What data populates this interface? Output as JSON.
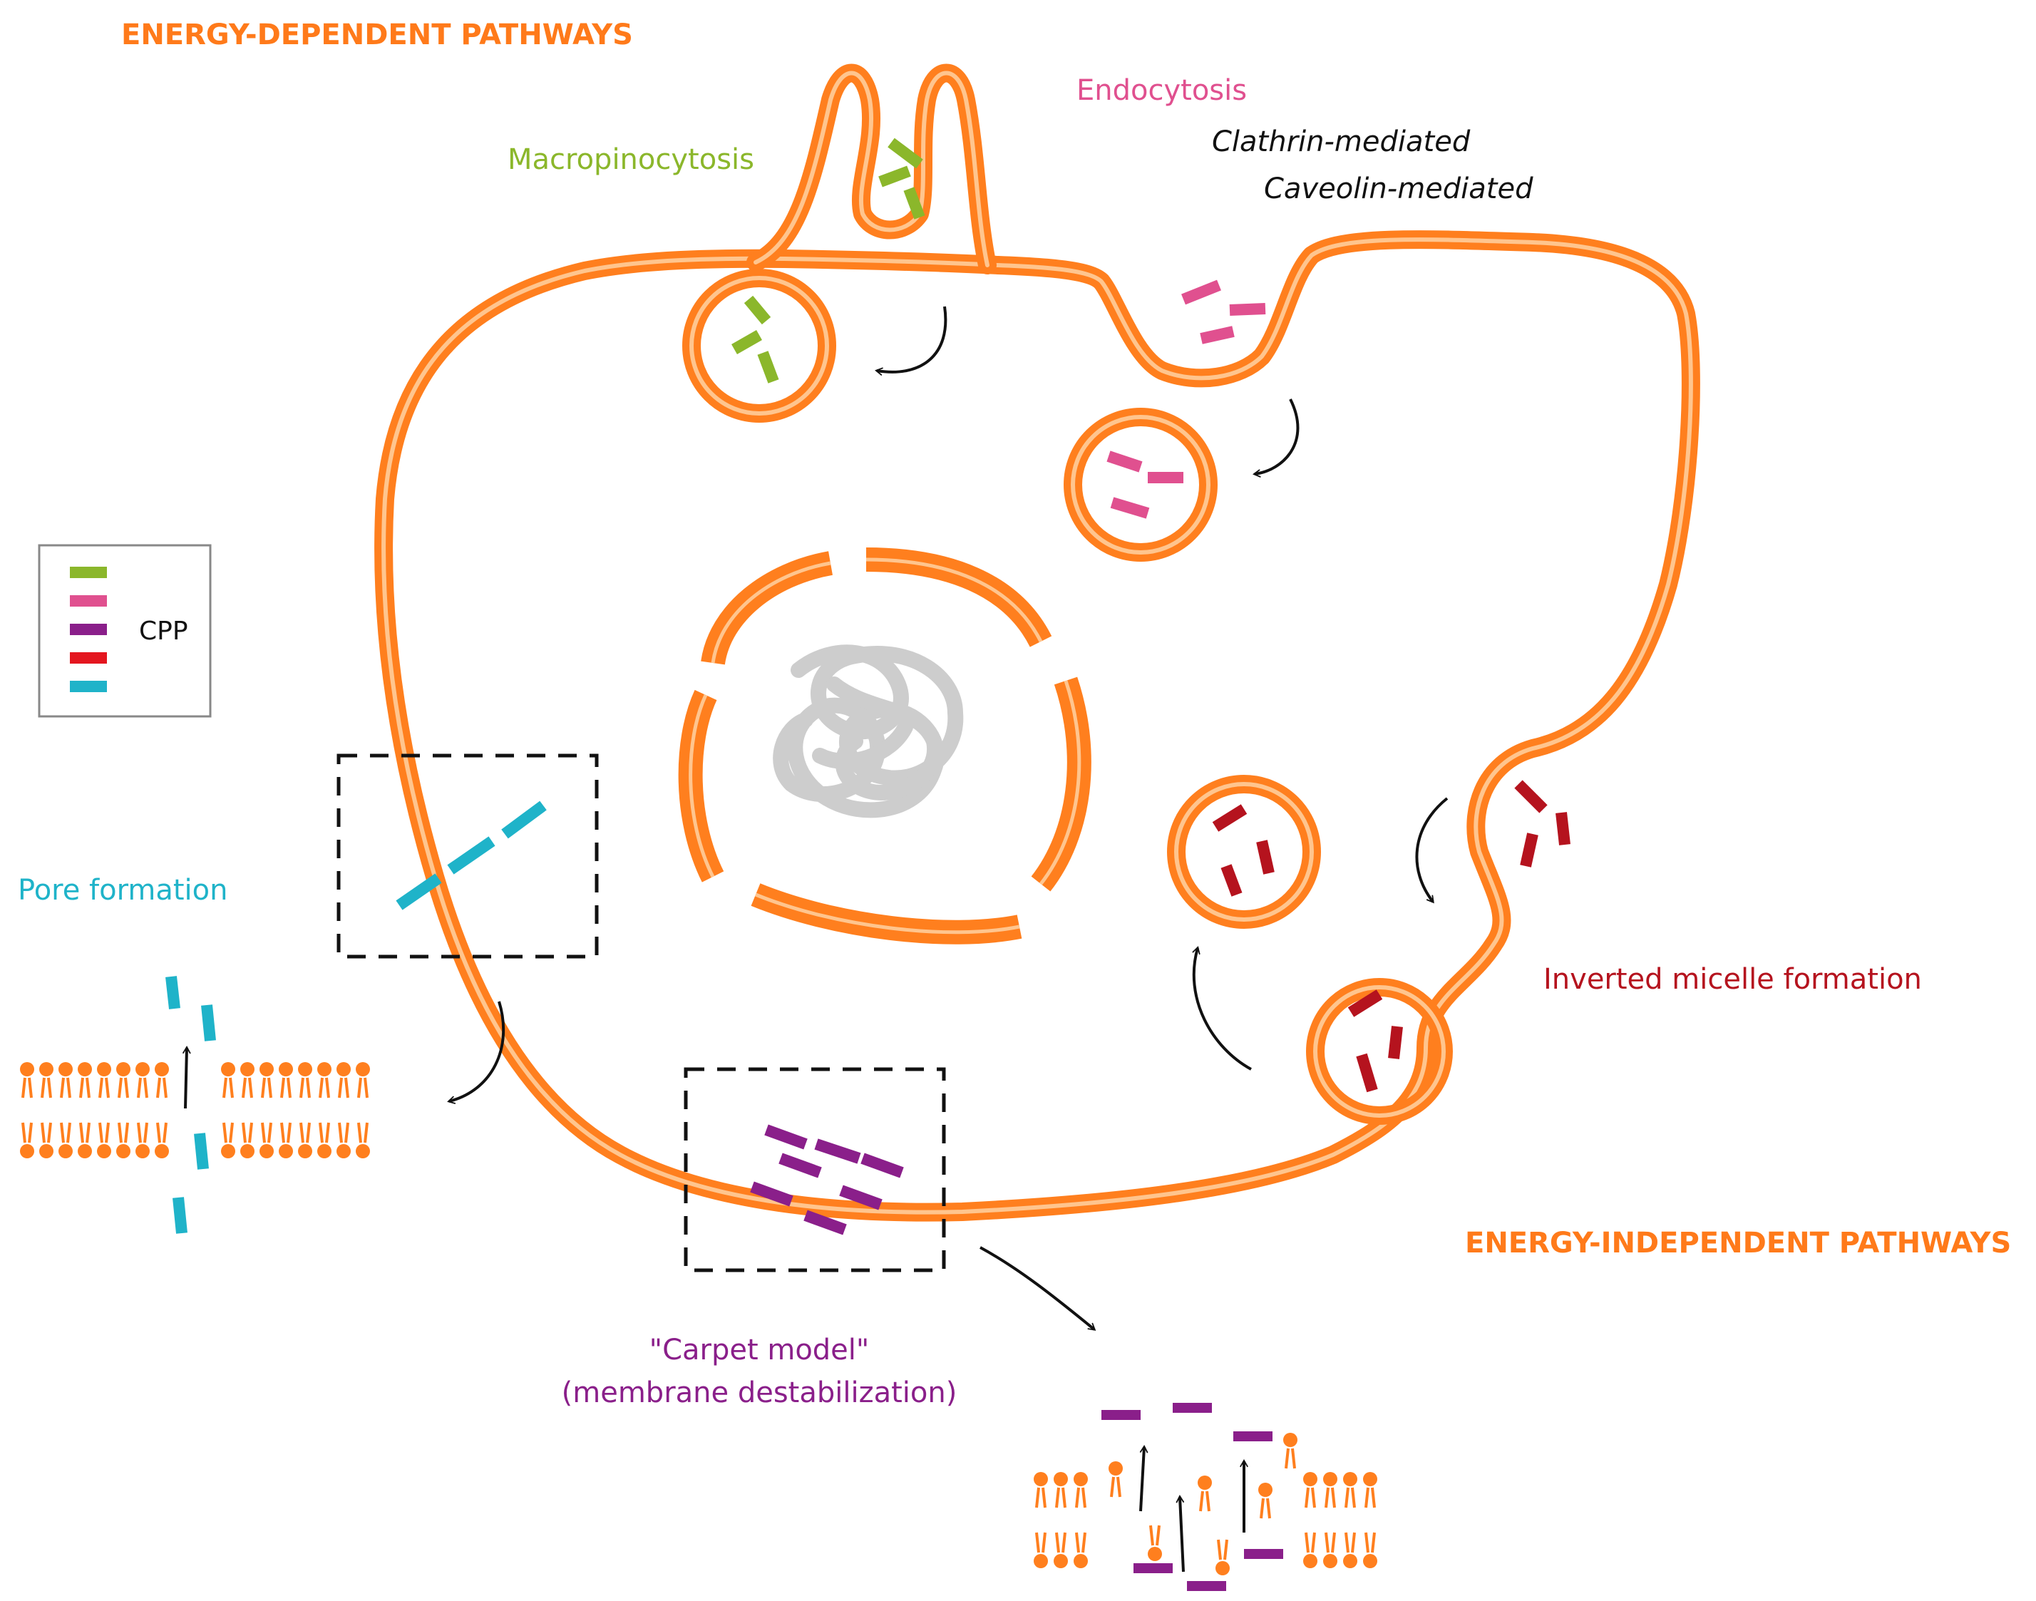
{
  "labels": {
    "energy_dependent": "ENERGY-DEPENDENT PATHWAYS",
    "energy_independent": "ENERGY-INDEPENDENT PATHWAYS",
    "macropinocytosis": "Macropinocytosis",
    "endocytosis": "Endocytosis",
    "clathrin": "Clathrin-mediated",
    "caveolin": "Caveolin-mediated",
    "pore_formation": "Pore formation",
    "inverted_micelle": "Inverted micelle formation",
    "carpet_line1": "\"Carpet model\"",
    "carpet_line2": "(membrane destabilization)",
    "legend_cpp": "CPP"
  },
  "colors": {
    "membrane": "#ff7f1e",
    "membrane_light": "#ffc58e",
    "macropinocytosis": "#8bb72b",
    "endocytosis": "#e0508f",
    "carpet": "#8a1f8a",
    "inverted_micelle": "#b5131e",
    "pore": "#1fb3c9",
    "title_orange": "#ff7a1a",
    "chromatin": "#cdcdcd",
    "arrow": "#111111"
  },
  "legend": {
    "cpp_colors": [
      "#8bb72b",
      "#e0508f",
      "#8a1f8a",
      "#e4161f",
      "#1fb3c9"
    ]
  }
}
